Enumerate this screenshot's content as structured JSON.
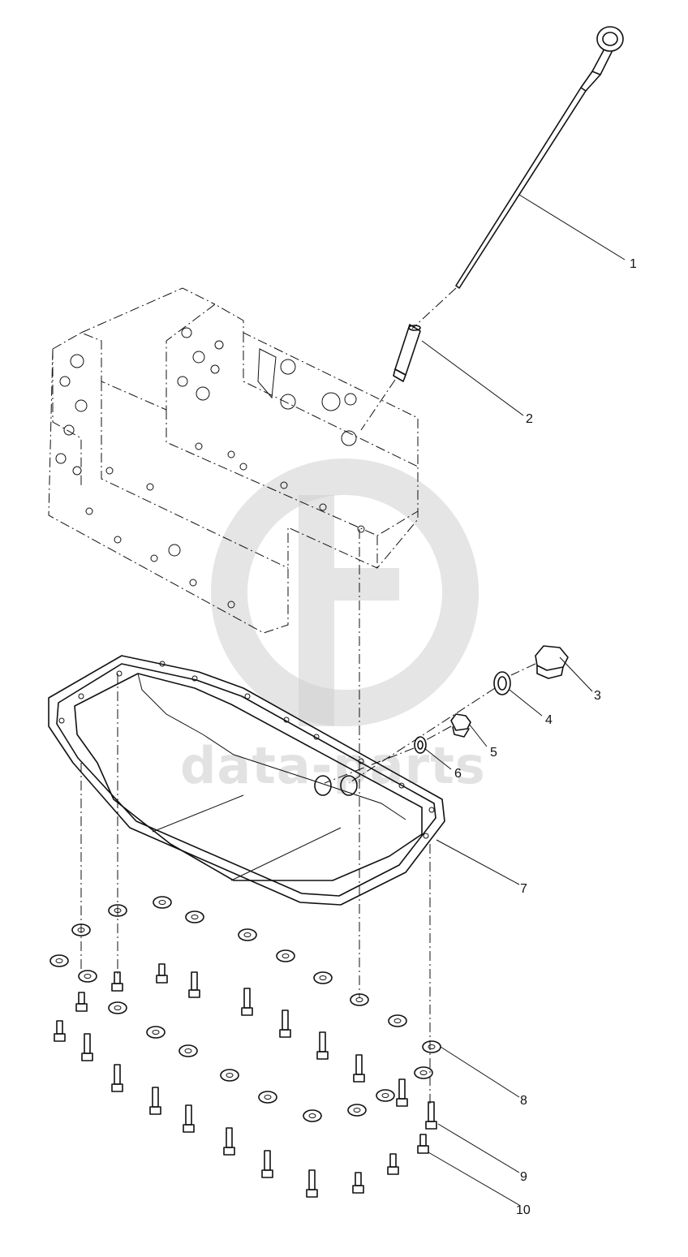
{
  "watermark": {
    "text": "data-parts",
    "color": "#cfcfcf"
  },
  "callouts": [
    {
      "id": "1",
      "label": "1"
    },
    {
      "id": "2",
      "label": "2"
    },
    {
      "id": "3",
      "label": "3"
    },
    {
      "id": "4",
      "label": "4"
    },
    {
      "id": "5",
      "label": "5"
    },
    {
      "id": "6",
      "label": "6"
    },
    {
      "id": "7",
      "label": "7"
    },
    {
      "id": "8",
      "label": "8"
    },
    {
      "id": "9",
      "label": "9"
    },
    {
      "id": "10",
      "label": "10"
    }
  ],
  "colors": {
    "line": "#111111",
    "background": "#ffffff"
  }
}
